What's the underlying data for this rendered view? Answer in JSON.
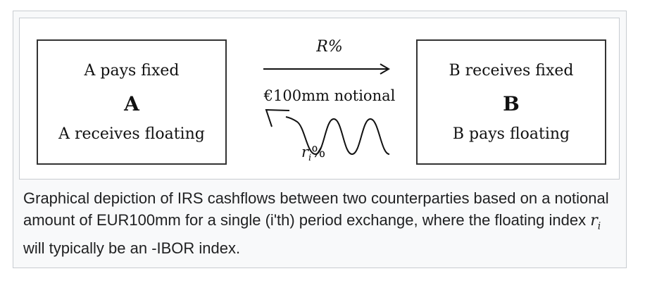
{
  "diagram": {
    "party_a": {
      "name": "A",
      "top_text": "A pays fixed",
      "bottom_text": "A receives floating"
    },
    "party_b": {
      "name": "B",
      "top_text": "B receives fixed",
      "bottom_text": "B pays floating"
    },
    "fixed_leg_label": "R%",
    "notional_label": "€100mm notional",
    "floating_leg_label": {
      "symbol": "r",
      "subscript": "i",
      "suffix": "%"
    }
  },
  "caption": {
    "text_before": "Graphical depiction of IRS cashflows between two counterparties based on a notional amount of EUR100mm for a single (i'th) period exchange, where the floating index ",
    "math_symbol": "r",
    "math_subscript": "i",
    "text_after": " will typically be an -IBOR index."
  },
  "colors": {
    "frame_border": "#c8ccd1",
    "frame_background": "#f8f9fa",
    "ink": "#111111"
  }
}
